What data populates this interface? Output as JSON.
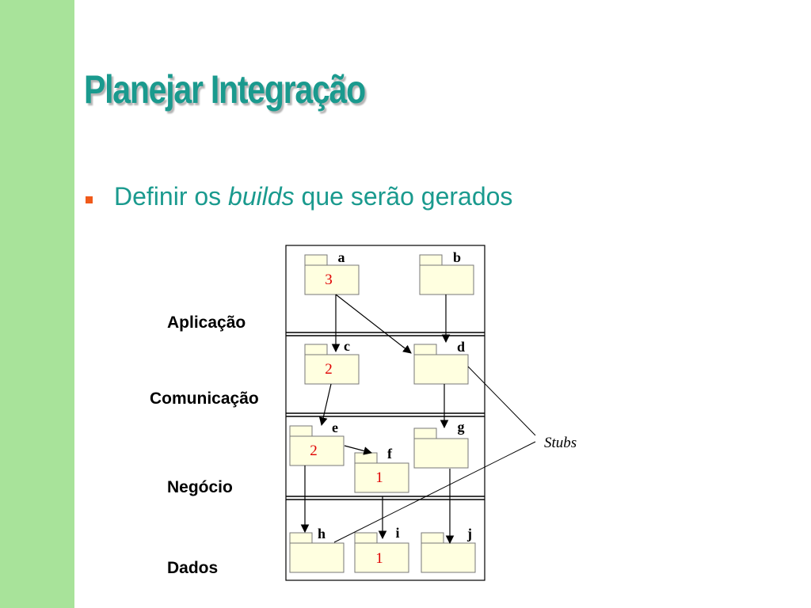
{
  "slide": {
    "title": "Planejar Integração",
    "bullet": {
      "before": "Definir os ",
      "emphasis": "builds",
      "after": " que serão gerados"
    }
  },
  "colors": {
    "band": "#a8e39a",
    "accent": "#1a9a8e",
    "bullet": "#f05a1a",
    "package_fill": "#ffffe0",
    "build_number": "#e00000"
  },
  "diagram": {
    "layers": [
      "Aplicação",
      "Comunicação",
      "Negócio",
      "Dados"
    ],
    "packages": {
      "a": {
        "name": "a",
        "build": "3"
      },
      "b": {
        "name": "b",
        "build": ""
      },
      "c": {
        "name": "c",
        "build": "2"
      },
      "d": {
        "name": "d",
        "build": ""
      },
      "e": {
        "name": "e",
        "build": "2"
      },
      "f": {
        "name": "f",
        "build": "1"
      },
      "g": {
        "name": "g",
        "build": ""
      },
      "h": {
        "name": "h",
        "build": ""
      },
      "i": {
        "name": "i",
        "build": "1"
      },
      "j": {
        "name": "j",
        "build": ""
      }
    },
    "stubs_label": "Stubs"
  }
}
